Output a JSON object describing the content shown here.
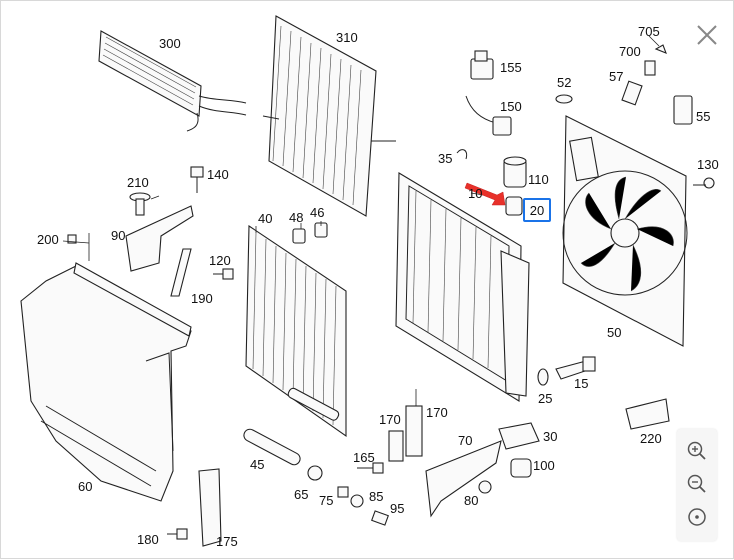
{
  "viewer": {
    "close_icon": "close-icon",
    "zoom_in_icon": "zoom-in-icon",
    "zoom_out_icon": "zoom-out-icon",
    "reset_icon": "reset-view-icon",
    "highlight_color": "#1a73e8",
    "arrow_color": "#e8312a"
  },
  "parts": {
    "p300": "300",
    "p310": "310",
    "p155": "155",
    "p150": "150",
    "p705": "705",
    "p700": "700",
    "p57": "57",
    "p52": "52",
    "p55": "55",
    "p35": "35",
    "p110": "110",
    "p10": "10",
    "p20": "20",
    "p130": "130",
    "p210": "210",
    "p140": "140",
    "p200": "200",
    "p90": "90",
    "p40": "40",
    "p48": "48",
    "p46": "46",
    "p120": "120",
    "p190": "190",
    "p50": "50",
    "p15": "15",
    "p25": "25",
    "p220": "220",
    "p170a": "170",
    "p170b": "170",
    "p70": "70",
    "p30": "30",
    "p100": "100",
    "p60": "60",
    "p45": "45",
    "p165": "165",
    "p65": "65",
    "p75": "75",
    "p85": "85",
    "p80": "80",
    "p95": "95",
    "p180": "180",
    "p175": "175"
  }
}
